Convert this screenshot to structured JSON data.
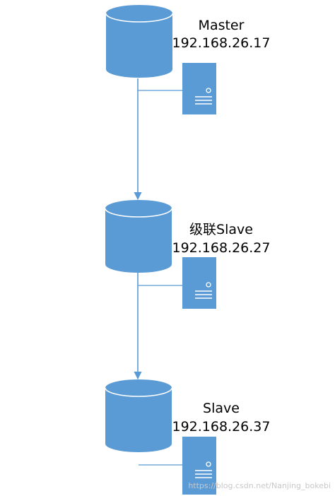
{
  "diagram": {
    "nodes": [
      {
        "id": "master",
        "name": "Master",
        "ip": "192.168.26.17"
      },
      {
        "id": "cascade-slave",
        "name": "级联Slave",
        "ip": "192.168.26.27"
      },
      {
        "id": "slave",
        "name": "Slave",
        "ip": "192.168.26.37"
      }
    ],
    "edges": [
      {
        "from": "master",
        "to": "cascade-slave"
      },
      {
        "from": "cascade-slave",
        "to": "slave"
      }
    ]
  },
  "watermark": "https://blog.csdn.net/Nanjing_bokebi",
  "colors": {
    "shape_fill": "#5b9bd5",
    "shape_highlight": "#ffffff",
    "connector": "#5b9bd5",
    "text": "#000000"
  }
}
